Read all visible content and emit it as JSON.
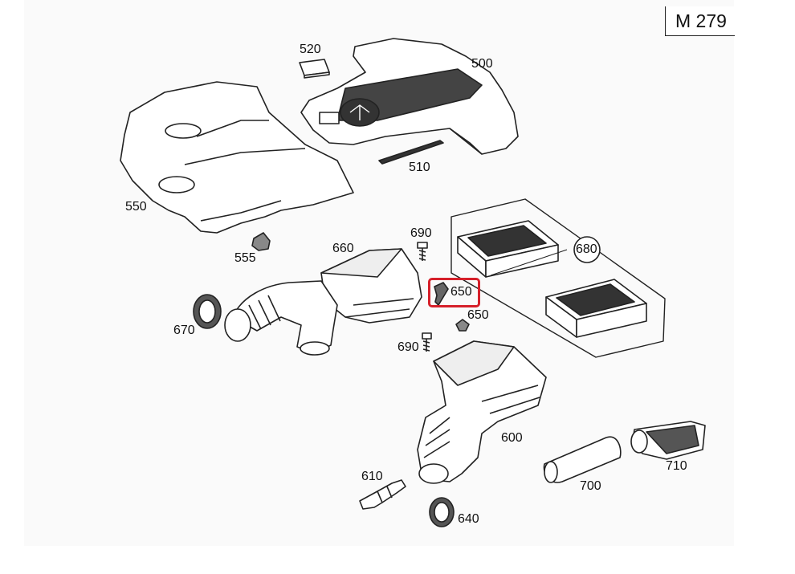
{
  "figure_code": "M 279",
  "highlight_color": "#d6202a",
  "parts": [
    {
      "id": "p520",
      "number": "520",
      "name": "cover-clip-520"
    },
    {
      "id": "p500",
      "number": "500",
      "name": "engine-cover-500"
    },
    {
      "id": "p510",
      "number": "510",
      "name": "emblem-510"
    },
    {
      "id": "p550",
      "number": "550",
      "name": "engine-cover-550"
    },
    {
      "id": "p555",
      "number": "555",
      "name": "clip-555"
    },
    {
      "id": "p690a",
      "number": "690",
      "name": "screw-690-upper"
    },
    {
      "id": "p660",
      "number": "660",
      "name": "air-filter-housing-660"
    },
    {
      "id": "p680",
      "number": "680",
      "name": "filter-element-680",
      "circled": true
    },
    {
      "id": "p650a",
      "number": "650",
      "name": "rubber-mount-650-highlighted",
      "highlighted": true
    },
    {
      "id": "p650b",
      "number": "650",
      "name": "rubber-mount-650"
    },
    {
      "id": "p670",
      "number": "670",
      "name": "seal-ring-670"
    },
    {
      "id": "p690b",
      "number": "690",
      "name": "screw-690-lower"
    },
    {
      "id": "p600",
      "number": "600",
      "name": "air-filter-housing-600"
    },
    {
      "id": "p610",
      "number": "610",
      "name": "hose-610"
    },
    {
      "id": "p640",
      "number": "640",
      "name": "seal-ring-640"
    },
    {
      "id": "p700",
      "number": "700",
      "name": "intake-hose-700"
    },
    {
      "id": "p710",
      "number": "710",
      "name": "air-duct-710"
    }
  ]
}
